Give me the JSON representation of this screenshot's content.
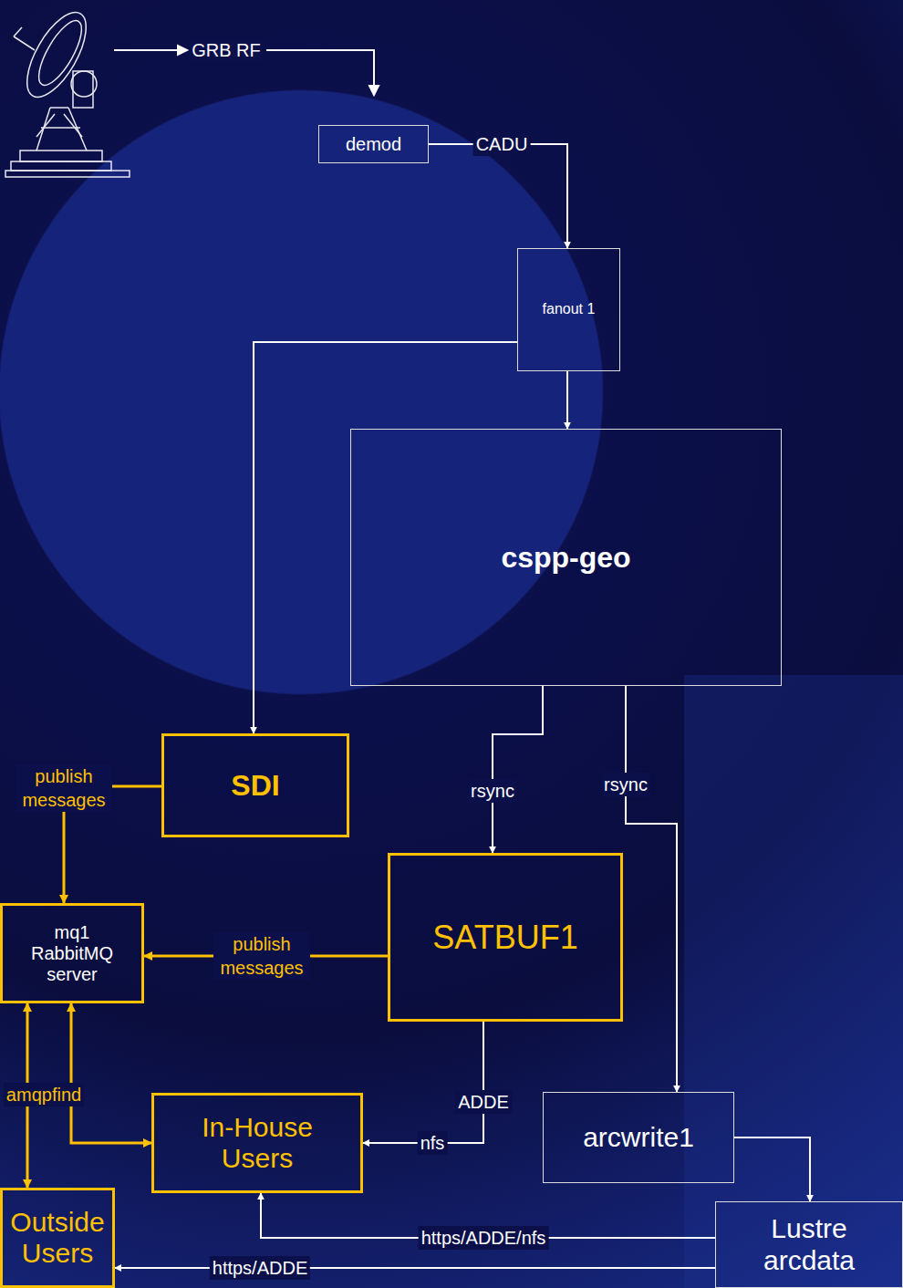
{
  "diagram": {
    "nodes": [
      {
        "text": [
          "demod"
        ]
      },
      {
        "text": [
          "fanout 1"
        ]
      },
      {
        "text": [
          "cspp-geo"
        ]
      },
      {
        "text": [
          "SDI"
        ]
      },
      {
        "text": [
          "SATBUF1"
        ]
      },
      {
        "text": [
          "mq1 RabbitMQ server"
        ]
      },
      {
        "text": [
          "In-House Users"
        ]
      },
      {
        "text": [
          "arcwrite1"
        ]
      },
      {
        "text": [
          "Outside Users"
        ]
      },
      {
        "text": [
          "Lustre arcdata"
        ]
      }
    ],
    "edges": [
      {
        "from": 0,
        "to": 1,
        "arrow": "to",
        "label": "CADU"
      },
      {
        "from": 1,
        "to": 3,
        "arrow": "to"
      },
      {
        "from": 1,
        "to": 2,
        "arrow": "to"
      },
      {
        "from": 2,
        "to": 4,
        "arrow": "to",
        "label": "rsync"
      },
      {
        "from": 2,
        "to": 7,
        "arrow": "to",
        "label": "rsync"
      },
      {
        "from": 3,
        "to": 5,
        "arrow": "to",
        "label": "publish messages"
      },
      {
        "from": 4,
        "to": 5,
        "arrow": "to",
        "label": "publish messages"
      },
      {
        "from": 4,
        "to": 6,
        "arrow": "to",
        "label": "ADDE"
      },
      {
        "from": 7,
        "to": 9,
        "arrow": "to"
      },
      {
        "from": 9,
        "to": 6,
        "arrow": "to",
        "label": "https/ADDE/nfs"
      },
      {
        "from": 9,
        "to": 8,
        "arrow": "to",
        "label": "https/ADDE"
      },
      {
        "from": 5,
        "to": 8,
        "arrow": "both",
        "label": "amqpfind"
      },
      {
        "from": 5,
        "to": 6,
        "arrow": "both"
      }
    ],
    "labels": [
      "GRB RF",
      "nfs"
    ]
  }
}
